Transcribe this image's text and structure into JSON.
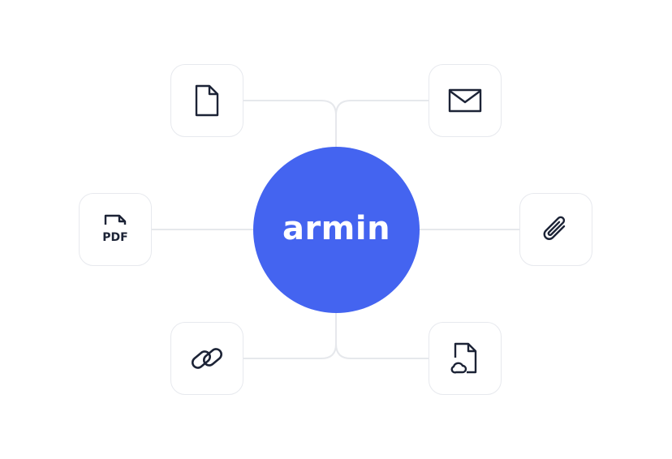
{
  "hub": {
    "label": "armin",
    "color": "#4464f0"
  },
  "colors": {
    "icon_stroke": "#1c2336",
    "node_border": "#e7e9ee",
    "connector": "#e6e8ec"
  },
  "nodes": [
    {
      "id": "document",
      "icon": "document-icon"
    },
    {
      "id": "email",
      "icon": "envelope-icon"
    },
    {
      "id": "pdf",
      "icon": "pdf-file-icon",
      "label": "PDF"
    },
    {
      "id": "attachment",
      "icon": "paperclip-icon"
    },
    {
      "id": "link",
      "icon": "link-icon"
    },
    {
      "id": "cloud-file",
      "icon": "cloud-file-icon"
    }
  ]
}
